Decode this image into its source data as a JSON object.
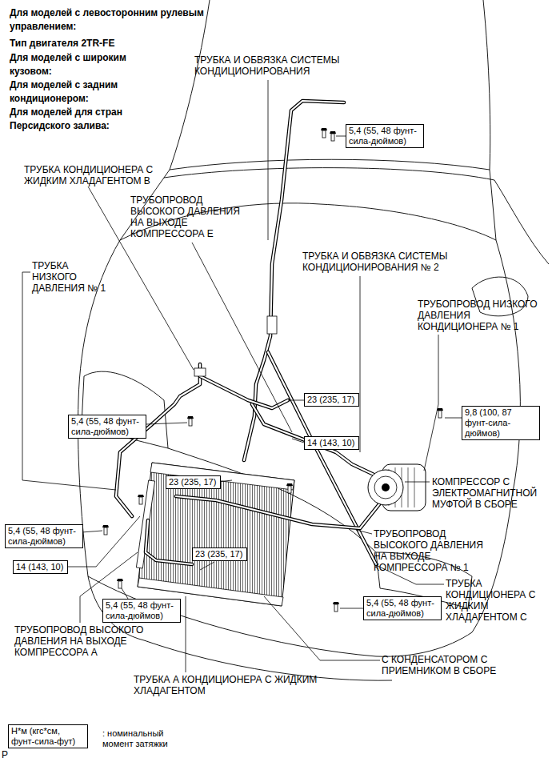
{
  "diagram": {
    "nodes": [
      {
        "text": [
          "5,4 (55, 48 фунт-сила-дюймов)"
        ]
      },
      {
        "text": [
          "23 (235, 17)"
        ]
      },
      {
        "text": [
          "14 (143, 10)"
        ]
      },
      {
        "text": [
          "9,8 (100, 87 фунт-сила-дюймов)"
        ]
      },
      {
        "text": [
          "5,4 (55, 48 фунт-сила-дюймов)"
        ]
      },
      {
        "text": [
          "23 (235, 17)"
        ]
      },
      {
        "text": [
          "5,4 (55, 48 фунт-сила-дюймов)"
        ]
      },
      {
        "text": [
          "14 (143, 10)"
        ]
      },
      {
        "text": [
          "23 (235, 17)"
        ]
      },
      {
        "text": [
          "5,4 (55, 48 фунт-сила-дюймов)"
        ]
      },
      {
        "text": [
          "5,4 (55, 48 фунт-сила-дюймов)"
        ]
      },
      {
        "text": [
          "Н*м (кгс*см, фунт-сила-фут)"
        ]
      }
    ],
    "labels": [
      "Для моделей с левосторонним рулевым управлением:",
      "Тип двигателя 2TR-FE",
      "Для моделей с широким кузовом:",
      "Для моделей с задним кондиционером:",
      "Для моделей для стран Персидского залива:",
      "ТРУБКА И ОБВЯЗКА СИСТЕМЫ КОНДИЦИОНИРОВАНИЯ",
      "ТРУБКА КОНДИЦИОНЕРА С ЖИДКИМ ХЛАДАГЕНТОМ В",
      "ТРУБОПРОВОД ВЫСОКОГО ДАВЛЕНИЯ НА ВЫХОДЕ КОМПРЕССОРА Е",
      "ТРУБКА И ОБВЯЗКА СИСТЕМЫ КОНДИЦИОНИРОВАНИЯ № 2",
      "ТРУБКА НИЗКОГО ДАВЛЕНИЯ № 1",
      "ТРУБОПРОВОД НИЗКОГО ДАВЛЕНИЯ КОНДИЦИОНЕРА № 1",
      "КОМПРЕССОР С ЭЛЕКТРОМАГНИТНОЙ МУФТОЙ В СБОРЕ",
      "ТРУБОПРОВОД ВЫСОКОГО ДАВЛЕНИЯ НА ВЫХОДЕ КОМПРЕССОРА № 1",
      "ТРУБКА КОНДИЦИОНЕРА С ЖИДКИМ ХЛАДАГЕНТОМ С",
      "ТРУБОПРОВОД ВЫСОКОГО ДАВЛЕНИЯ НА ВЫХОДЕ КОМПРЕССОРА А",
      "С КОНДЕНСАТОРОМ С ПРИЕМНИКОМ В СБОРЕ",
      "ТРУБКА А КОНДИЦИОНЕРА С ЖИДКИМ ХЛАДАГЕНТОМ",
      ": номинальный момент затяжки",
      "P"
    ]
  }
}
